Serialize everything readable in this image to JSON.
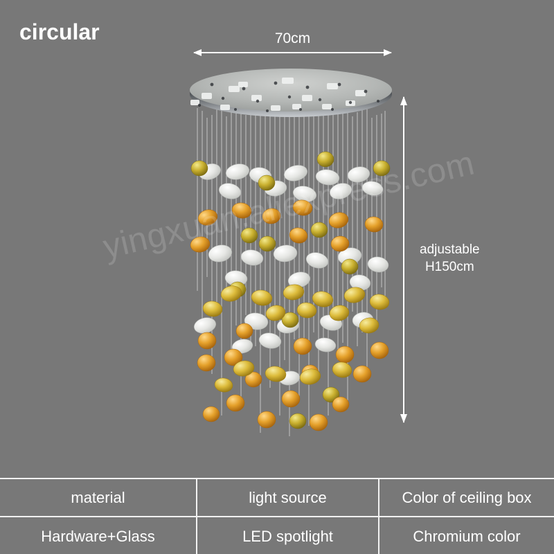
{
  "page": {
    "background_color": "#787878",
    "title": "circular"
  },
  "watermark": {
    "text": "yingxuan.aliexpress.com"
  },
  "dimensions": {
    "width_label": "70cm",
    "height_label_line1": "adjustable",
    "height_label_line2": "H150cm"
  },
  "product": {
    "ceiling_plate_shape": "ellipse",
    "ceiling_plate_color": "#b9bcc0",
    "cable_color": "#c9cacb",
    "crystal_colors": {
      "clear": "#e3e4e2",
      "olive": "#b7a02a",
      "amber": "#e2a12a",
      "gold": "#d8b53a"
    }
  },
  "spec_table": {
    "headers": [
      "material",
      "light source",
      "Color of ceiling box"
    ],
    "values": [
      "Hardware+Glass",
      "LED spotlight",
      "Chromium color"
    ],
    "border_color": "#f2f2f2",
    "text_color": "#ffffff"
  }
}
